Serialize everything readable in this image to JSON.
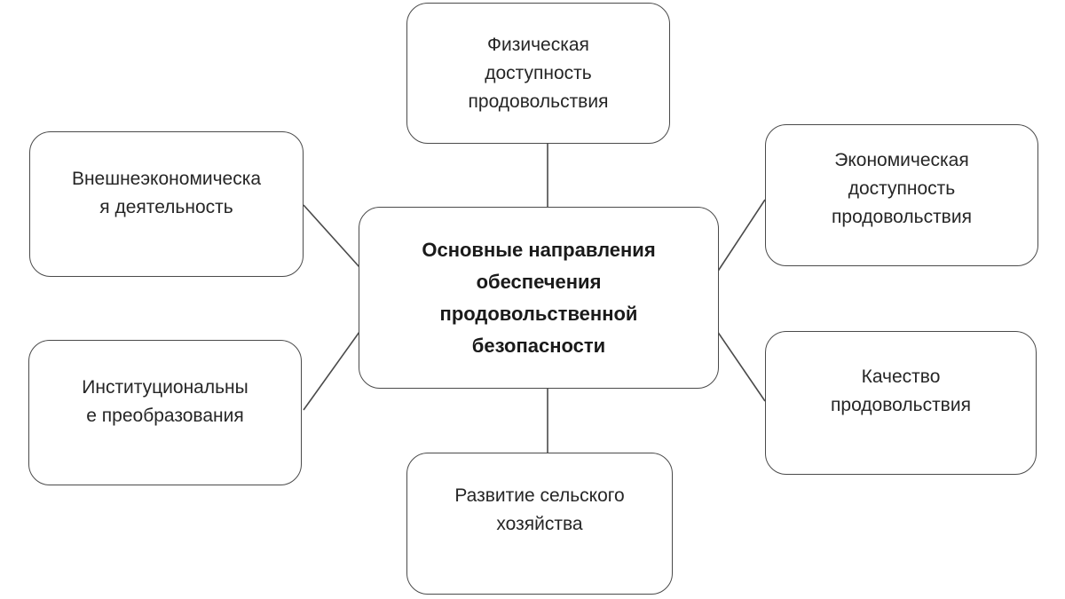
{
  "diagram": {
    "center": {
      "label": "Основные направления\nобеспечения\nпродовольственной\nбезопасности"
    },
    "nodes": {
      "top": {
        "label": "Физическая\nдоступность\nпродовольствия"
      },
      "top_left": {
        "label": "Внешнеэкономическа\nя деятельность"
      },
      "top_right": {
        "label": "Экономическая\nдоступность\nпродовольствия"
      },
      "bottom_left": {
        "label": "Институциональны\nе преобразования"
      },
      "bottom_right": {
        "label": "Качество\nпродовольствия"
      },
      "bottom": {
        "label": "Развитие сельского\nхозяйства"
      }
    },
    "colors": {
      "border": "#4a4a4a",
      "text": "#262626",
      "background": "#ffffff"
    }
  }
}
